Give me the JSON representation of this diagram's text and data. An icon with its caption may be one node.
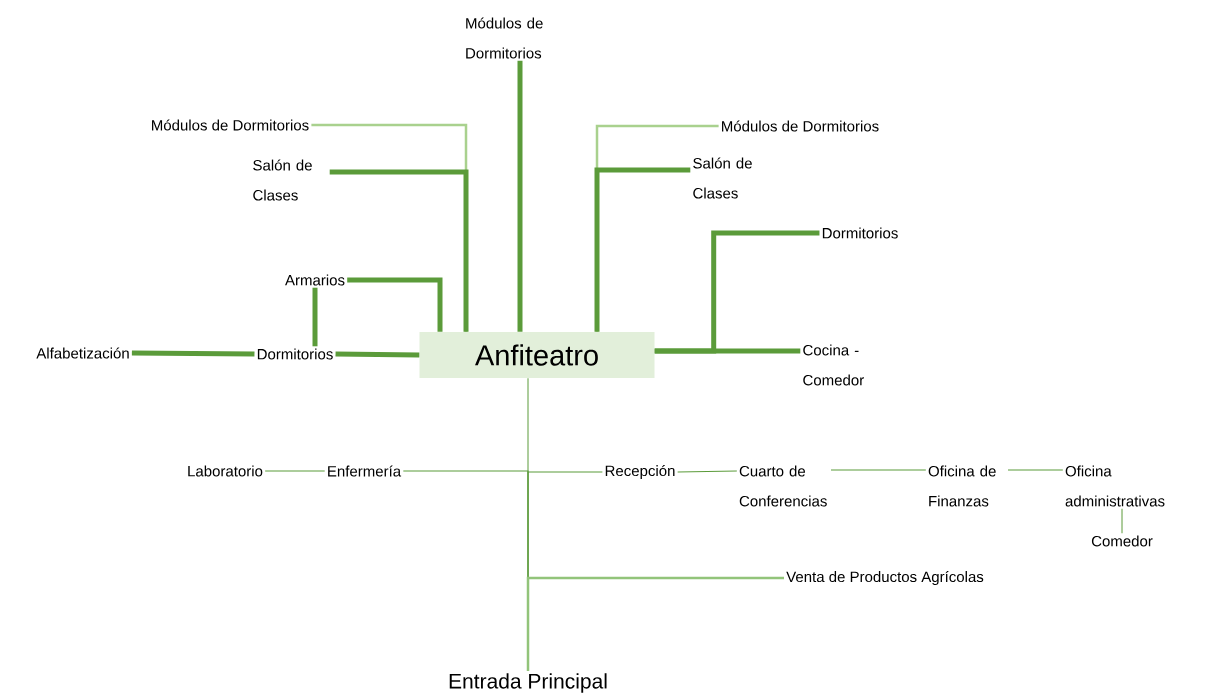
{
  "diagram": {
    "nodes": [
      {
        "text": [
          "Anfiteatro"
        ]
      },
      {
        "text": [
          "Módulos de Dormitorios"
        ]
      },
      {
        "text": [
          "Módulos de Dormitorios"
        ]
      },
      {
        "text": [
          "Salón de Clases"
        ]
      },
      {
        "text": [
          "Armarios"
        ]
      },
      {
        "text": [
          "Dormitorios"
        ]
      },
      {
        "text": [
          "Alfabetización"
        ]
      },
      {
        "text": [
          "Módulos de Dormitorios"
        ]
      },
      {
        "text": [
          "Salón de Clases"
        ]
      },
      {
        "text": [
          "Dormitorios"
        ]
      },
      {
        "text": [
          "Cocina - Comedor"
        ]
      },
      {
        "text": [
          "Entrada Principal"
        ]
      },
      {
        "text": [
          "Laboratorio"
        ]
      },
      {
        "text": [
          "Enfermería"
        ]
      },
      {
        "text": [
          "Recepción"
        ]
      },
      {
        "text": [
          "Cuarto de Conferencias"
        ]
      },
      {
        "text": [
          "Oficina de Finanzas"
        ]
      },
      {
        "text": [
          "Oficina administrativas"
        ]
      },
      {
        "text": [
          "Comedor"
        ]
      },
      {
        "text": [
          "Venta de Productos Agrícolas"
        ]
      }
    ],
    "edges": [
      {
        "from": 0,
        "to": 1,
        "arrow": "none",
        "style": "thick"
      },
      {
        "from": 0,
        "to": 2,
        "arrow": "none",
        "color": "#a9d18e"
      },
      {
        "from": 0,
        "to": 3,
        "arrow": "none",
        "style": "thick"
      },
      {
        "from": 0,
        "to": 4,
        "arrow": "none",
        "style": "thick"
      },
      {
        "from": 0,
        "to": 5,
        "arrow": "none",
        "style": "thick"
      },
      {
        "from": 5,
        "to": 6,
        "arrow": "none",
        "style": "thick"
      },
      {
        "from": 5,
        "to": 4,
        "arrow": "none",
        "style": "thick"
      },
      {
        "from": 0,
        "to": 7,
        "arrow": "none",
        "color": "#a9d18e"
      },
      {
        "from": 0,
        "to": 8,
        "arrow": "none",
        "style": "thick"
      },
      {
        "from": 0,
        "to": 9,
        "arrow": "none",
        "style": "thick"
      },
      {
        "from": 0,
        "to": 10,
        "arrow": "none",
        "style": "thick"
      },
      {
        "from": 0,
        "to": 11,
        "arrow": "none"
      },
      {
        "from": 11,
        "to": 13,
        "arrow": "none"
      },
      {
        "from": 11,
        "to": 14,
        "arrow": "none"
      },
      {
        "from": 11,
        "to": 19,
        "arrow": "none",
        "color": "#92c47a"
      },
      {
        "from": 12,
        "to": 13,
        "arrow": "none"
      },
      {
        "from": 14,
        "to": 15,
        "arrow": "none"
      },
      {
        "from": 15,
        "to": 16,
        "arrow": "none"
      },
      {
        "from": 16,
        "to": 17,
        "arrow": "none"
      },
      {
        "from": 17,
        "to": 18,
        "arrow": "none"
      }
    ]
  }
}
